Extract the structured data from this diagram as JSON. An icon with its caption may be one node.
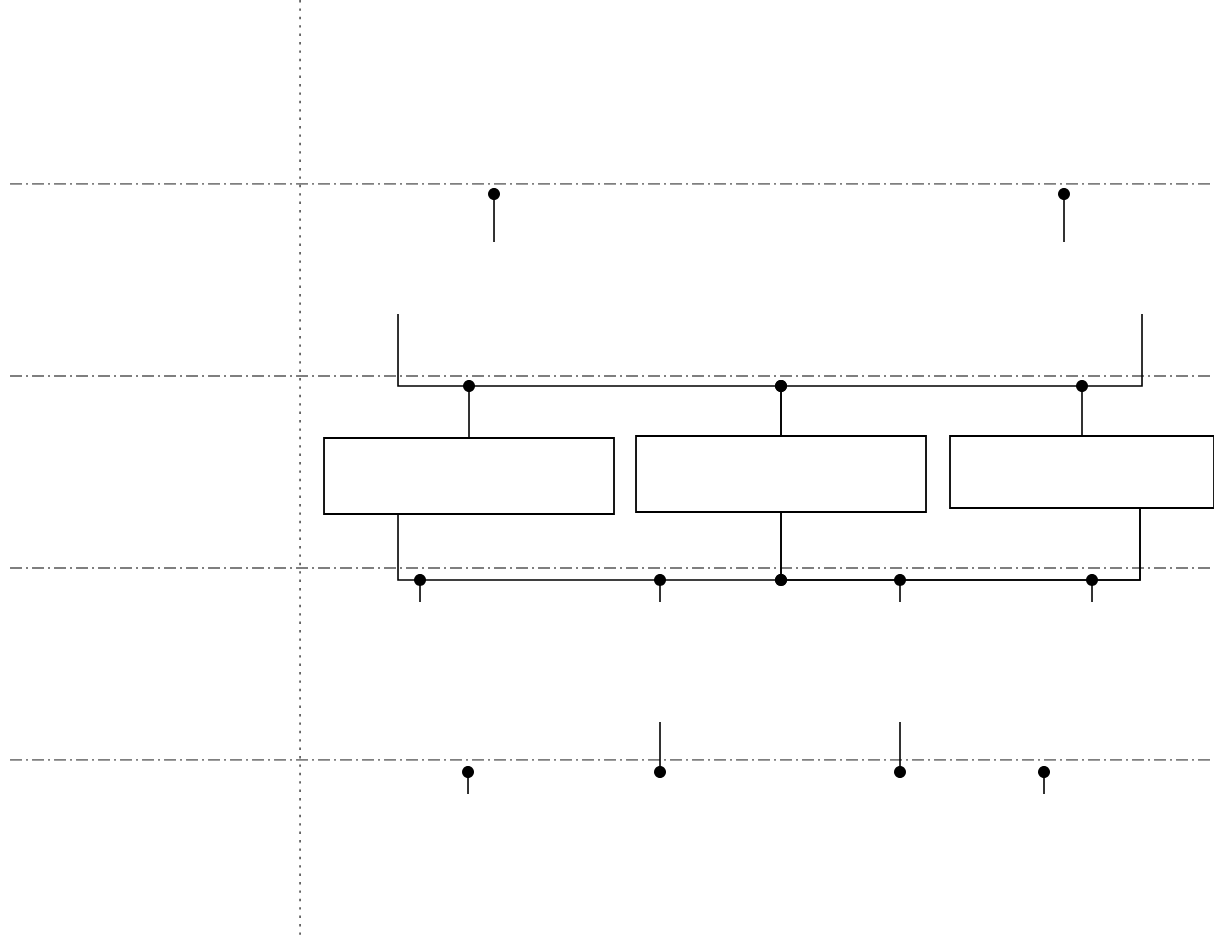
{
  "diagram": {
    "nodes": [
      {
        "text": [],
        "shape": "box"
      },
      {
        "text": [],
        "shape": "box"
      },
      {
        "text": [],
        "shape": "box"
      }
    ],
    "edges": [
      {
        "from": 0,
        "to": 1,
        "arrow": "none"
      },
      {
        "from": 1,
        "to": 2,
        "arrow": "none"
      },
      {
        "from": 0,
        "to": 1,
        "arrow": "none"
      },
      {
        "from": 1,
        "to": 2,
        "arrow": "none"
      }
    ]
  }
}
